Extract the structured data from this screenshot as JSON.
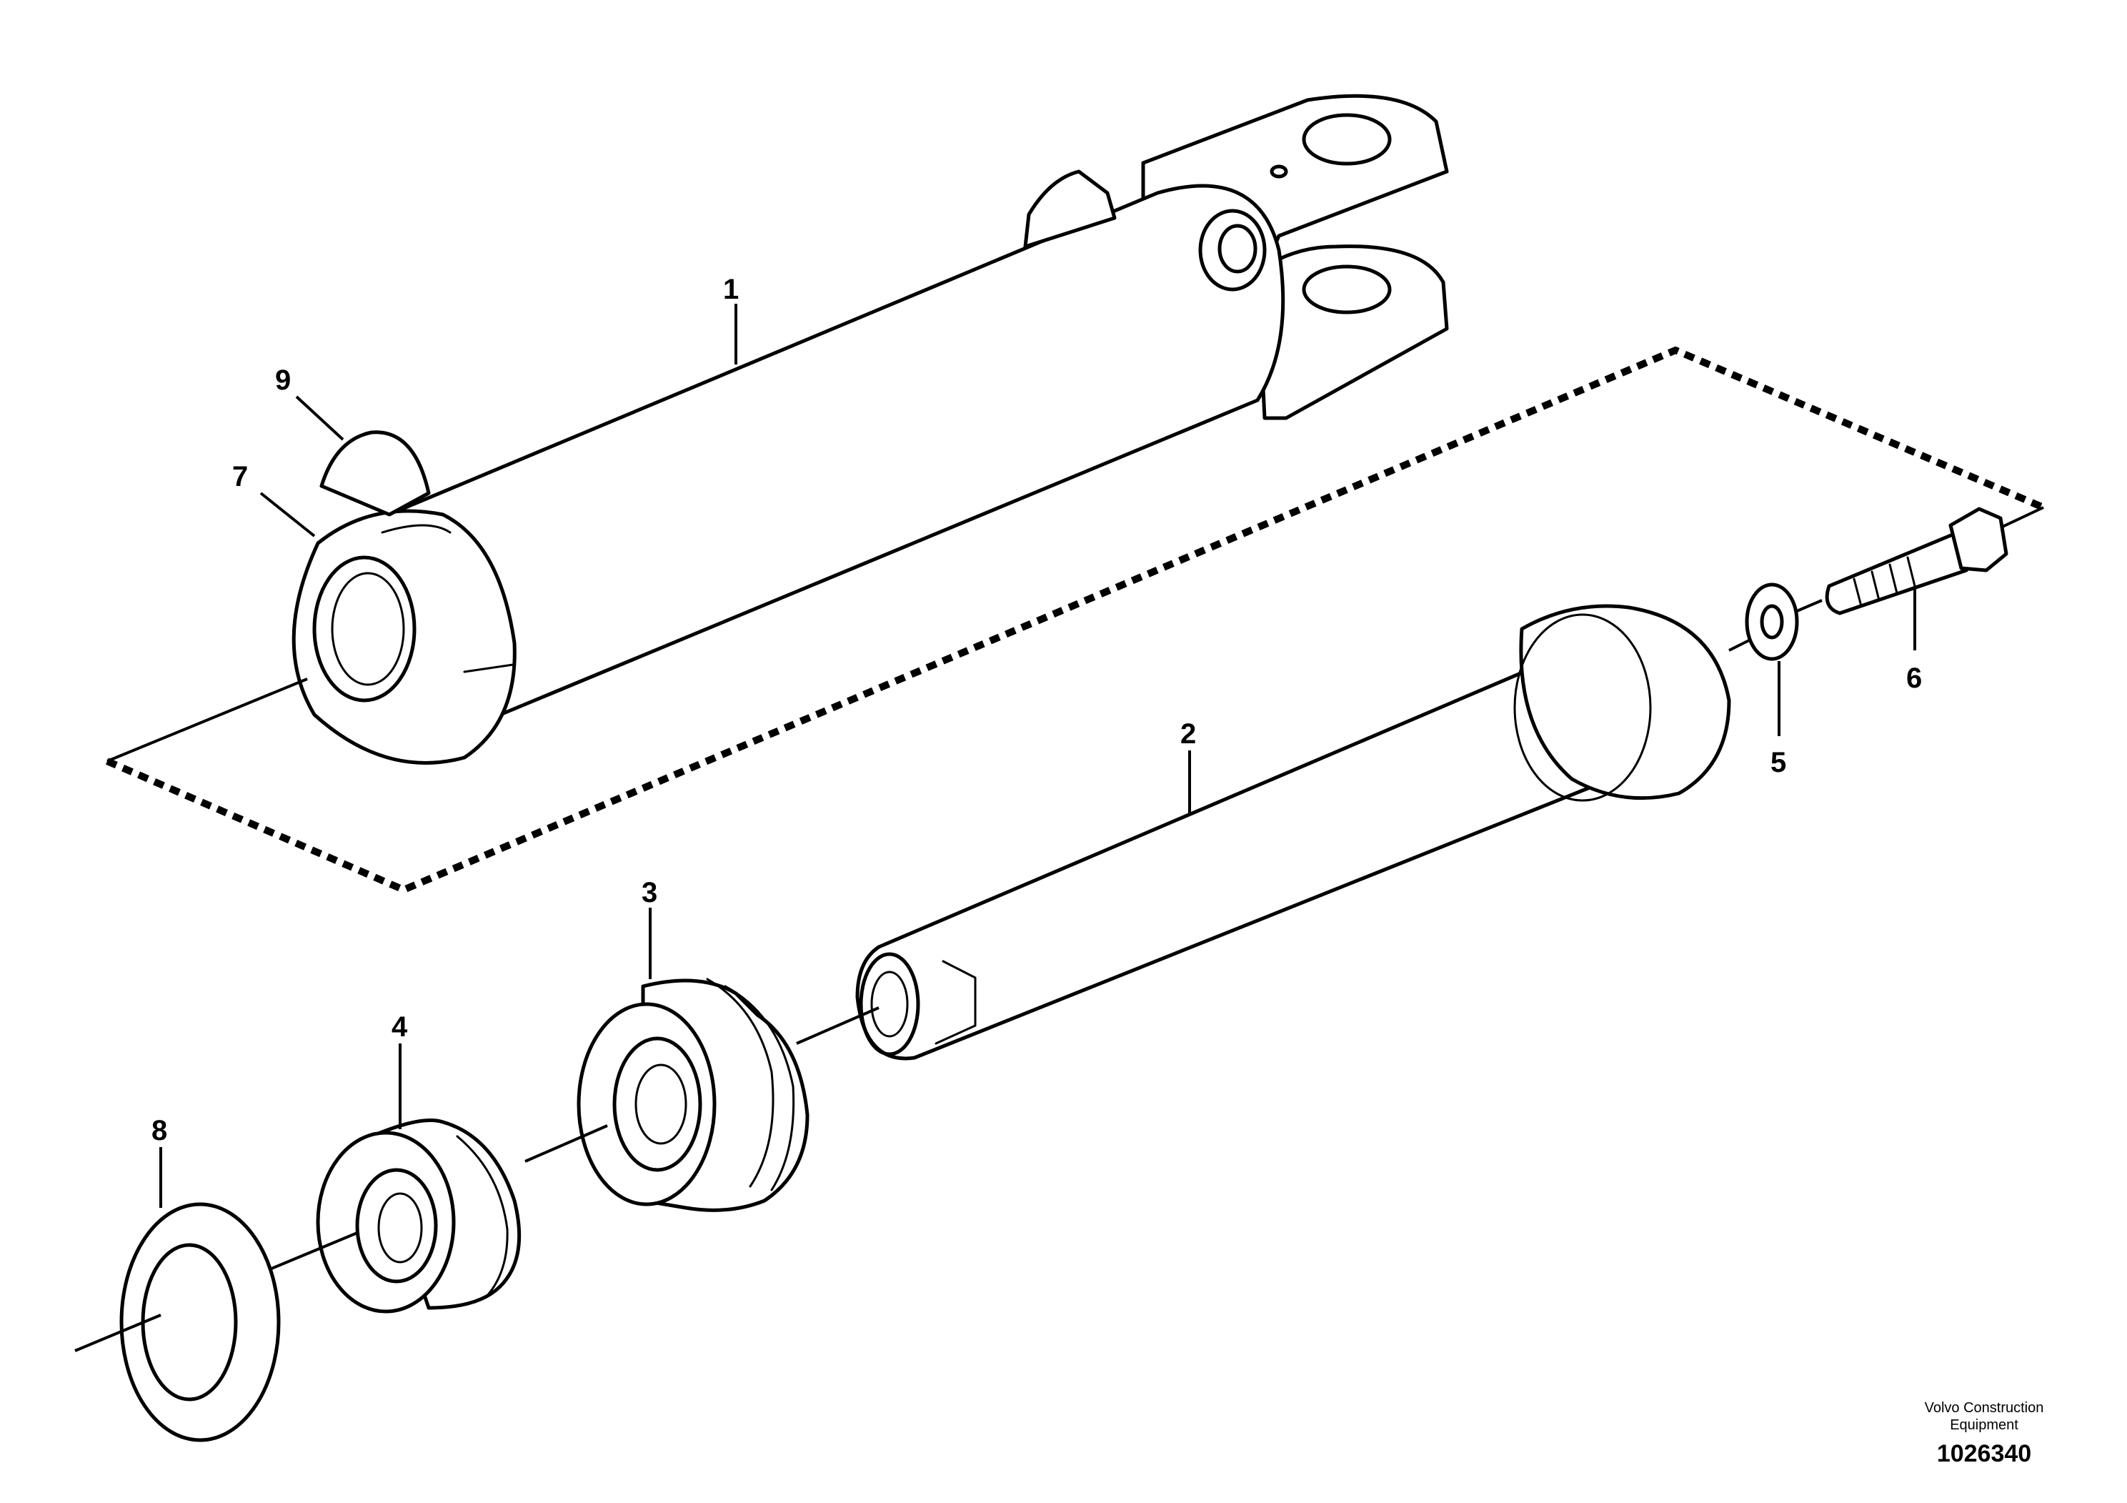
{
  "callouts": {
    "c1": "1",
    "c2": "2",
    "c3": "3",
    "c4": "4",
    "c5": "5",
    "c6": "6",
    "c7": "7",
    "c8": "8",
    "c9": "9"
  },
  "footer": {
    "brand_line1": "Volvo Construction",
    "brand_line2": "Equipment",
    "document_number": "1026340"
  }
}
